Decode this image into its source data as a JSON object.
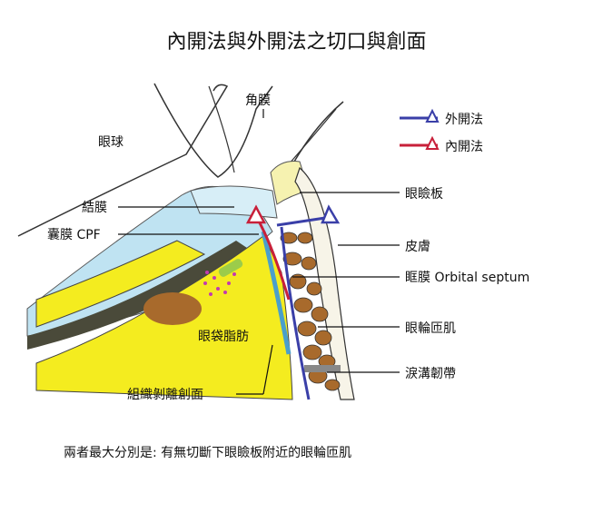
{
  "title": "內開法與外開法之切口與創面",
  "legend": [
    {
      "label": "外開法",
      "color": "#3a3fa8"
    },
    {
      "label": "內開法",
      "color": "#c8203a"
    }
  ],
  "labels": {
    "cornea": "角膜",
    "eyeball": "眼球",
    "conjunctiva": "結膜",
    "capsule": "囊膜 CPF",
    "fat": "眼袋脂肪",
    "dissection": "組織剝離創面",
    "tarsus": "眼瞼板",
    "skin": "皮膚",
    "septum": "眶膜 Orbital septum",
    "orbicularis": "眼輪匝肌",
    "tear_trough": "淚溝韌帶"
  },
  "footer": "兩者最大分別是: 有無切斷下眼瞼板附近的眼輪匝肌",
  "colors": {
    "fat": "#f4ec1f",
    "muscle": "#a86a2c",
    "conj": "#bfe3f2",
    "septum": "#4a9fcb",
    "outer": "#3a3fa8",
    "inner": "#c8203a",
    "pink": "#c23ab0",
    "green": "#9ccc4a"
  }
}
